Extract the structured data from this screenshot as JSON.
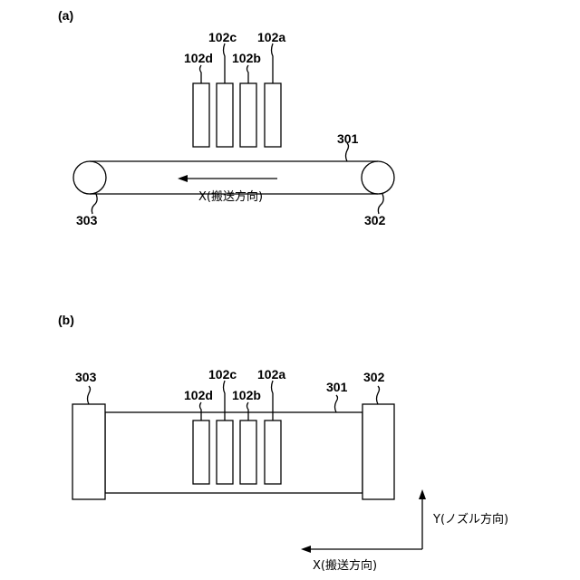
{
  "panel_a": {
    "label": "(a)",
    "heads": {
      "h_102a": "102a",
      "h_102b": "102b",
      "h_102c": "102c",
      "h_102d": "102d"
    },
    "belt": "301",
    "roller_right": "302",
    "roller_left": "303",
    "direction": "X(搬送方向)"
  },
  "panel_b": {
    "label": "(b)",
    "heads": {
      "h_102a": "102a",
      "h_102b": "102b",
      "h_102c": "102c",
      "h_102d": "102d"
    },
    "belt": "301",
    "roller_right": "302",
    "roller_left": "303",
    "x_axis": "X(搬送方向)",
    "y_axis": "Y(ノズル方向)"
  }
}
